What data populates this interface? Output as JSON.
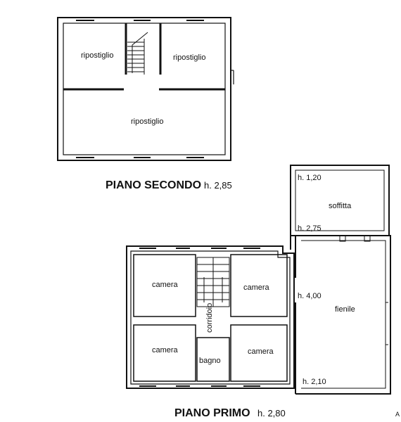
{
  "floors": {
    "second": {
      "title": "PIANO SECONDO",
      "height": "h. 2,85",
      "rooms": [
        "ripostiglio",
        "ripostiglio",
        "ripostiglio"
      ]
    },
    "first": {
      "title": "PIANO PRIMO",
      "height": "h. 2,80",
      "rooms": [
        "camera",
        "camera",
        "camera",
        "camera",
        "bagno",
        "corridoio"
      ]
    }
  },
  "annex": {
    "soffitta": "soffitta",
    "fienile": "fienile",
    "heights": [
      "h. 1,20",
      "h. 2,75",
      "h. 4,00",
      "h. 2,10"
    ]
  },
  "edge_text": "A"
}
